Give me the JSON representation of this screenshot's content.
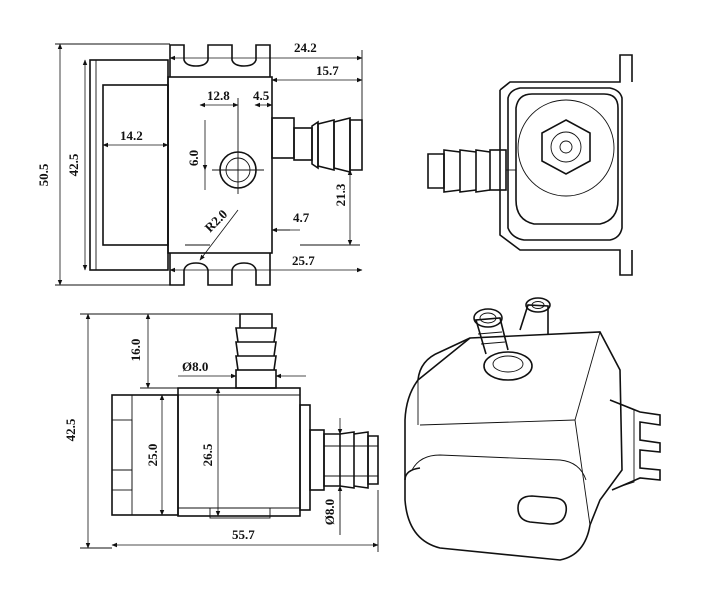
{
  "dimensions": {
    "top_overall_width": "24.2",
    "top_outlet_width": "15.7",
    "top_center_offset": "12.8",
    "top_small_offset": "4.5",
    "left_body_depth": "14.2",
    "left_total_height": "50.5",
    "left_body_height": "42.5",
    "hole_offset": "6.0",
    "outlet_height": "21.3",
    "outlet_gap": "4.7",
    "radius": "R2.0",
    "bottom_width": "25.7",
    "side_total_height": "42.5",
    "nozzle_length": "16.0",
    "nozzle_dia": "Ø8.0",
    "body_height_a": "25.0",
    "body_height_b": "26.5",
    "outlet_dia": "Ø8.0",
    "side_total_width": "55.7"
  }
}
